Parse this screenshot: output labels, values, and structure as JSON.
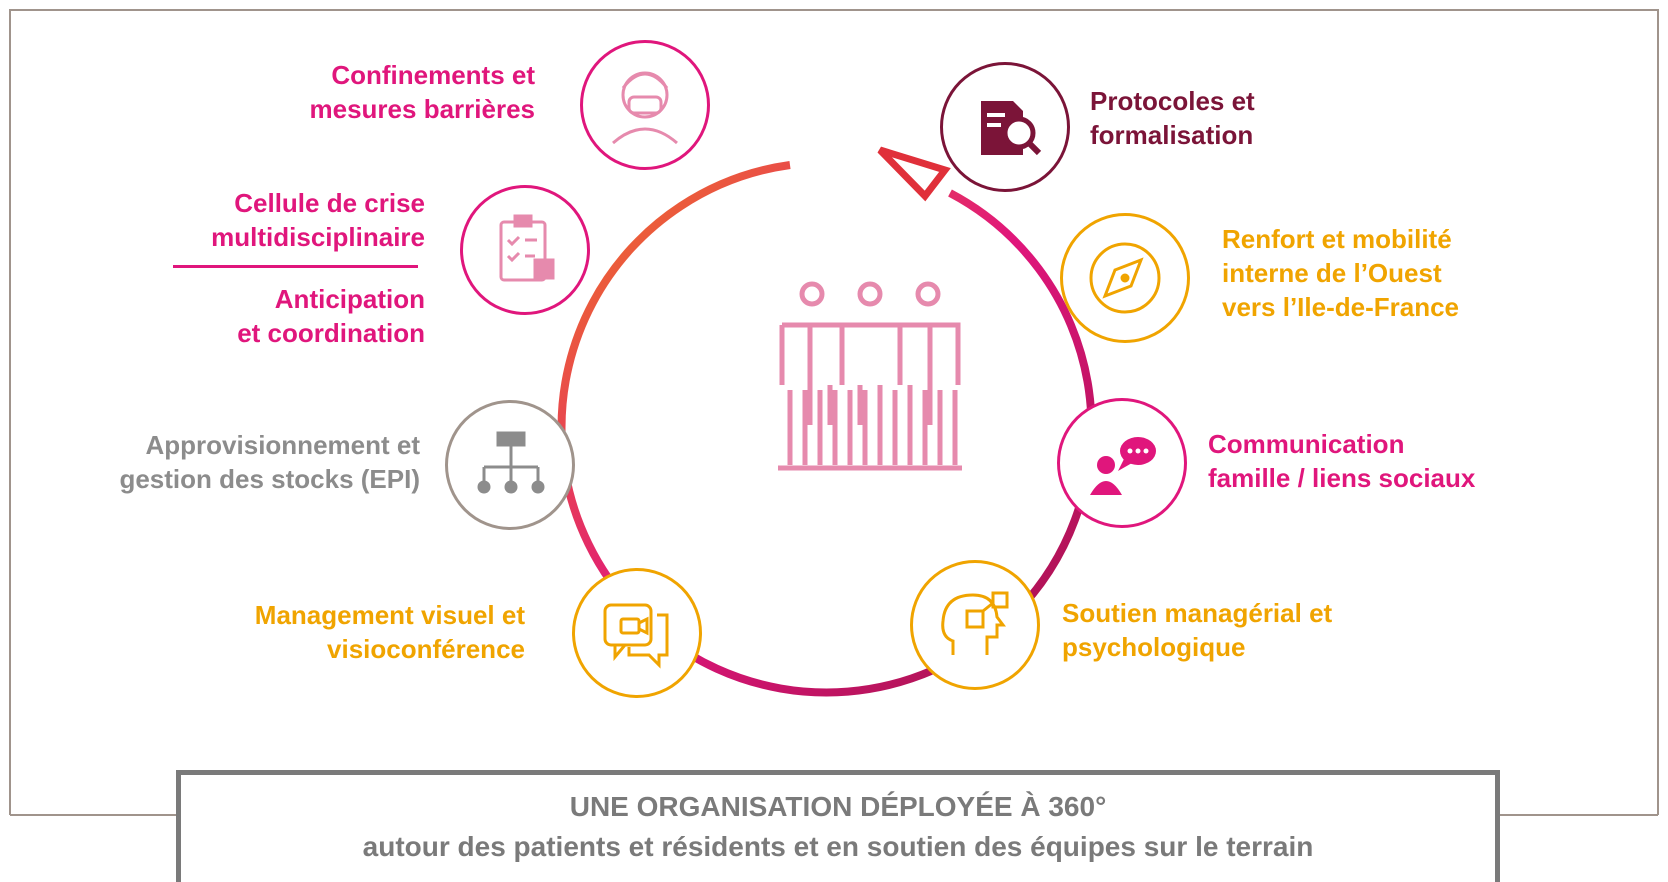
{
  "colors": {
    "magenta": "#e0167c",
    "dark_red": "#7b1438",
    "orange": "#f0a400",
    "grey": "#8c8c8c",
    "frame": "#a0948c",
    "center_icon": "#e68aad"
  },
  "items": {
    "confinements": {
      "line1": "Confinements et",
      "line2": "mesures barrières",
      "icon": "masked-person-icon"
    },
    "cellule": {
      "line1": "Cellule de crise",
      "line2": "multidisciplinaire",
      "icon": "clipboard-checklist-icon"
    },
    "anticipation": {
      "line1": "Anticipation",
      "line2": "et coordination"
    },
    "approvisionnement": {
      "line1": "Approvisionnement et",
      "line2": "gestion des stocks (EPI)",
      "icon": "hierarchy-icon"
    },
    "management": {
      "line1": "Management visuel et",
      "line2": "visioconférence",
      "icon": "video-chat-icon"
    },
    "protocoles": {
      "line1": "Protocoles et",
      "line2": "formalisation",
      "icon": "document-search-icon"
    },
    "renfort": {
      "line1": "Renfort et mobilité",
      "line2": "interne de l’Ouest",
      "line3": "vers l’Ile-de-France",
      "icon": "compass-icon"
    },
    "communication": {
      "line1": "Communication",
      "line2": "famille / liens sociaux",
      "icon": "person-speech-icon"
    },
    "soutien": {
      "line1": "Soutien managérial et",
      "line2": "psychologique",
      "icon": "head-puzzle-icon"
    }
  },
  "center_icon": "team-people-icon",
  "footer": {
    "line1": "UNE ORGANISATION DÉPLOYÉE À 360°",
    "line2": "autour des patients et résidents et en soutien des équipes sur le terrain"
  }
}
